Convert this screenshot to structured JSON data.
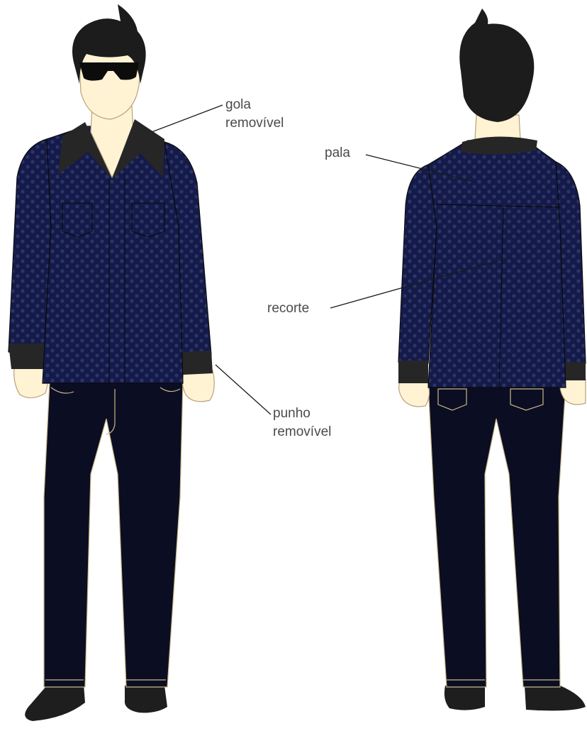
{
  "labels": {
    "collar": [
      "gola",
      "removível"
    ],
    "yoke": "pala",
    "seam": "recorte",
    "cuff": [
      "punho",
      "removível"
    ]
  },
  "colors": {
    "shirt": "#141a4a",
    "shirt_dots": "#2c3565",
    "trim": "#262626",
    "pants": "#0b0d22",
    "stitch": "#c9b98a",
    "skin": "#fff3d4",
    "skin_outline": "#b8a27a",
    "hair": "#1c1c1c",
    "leader_line": "#1a1a1a",
    "label_text": "#4a4a4a"
  }
}
